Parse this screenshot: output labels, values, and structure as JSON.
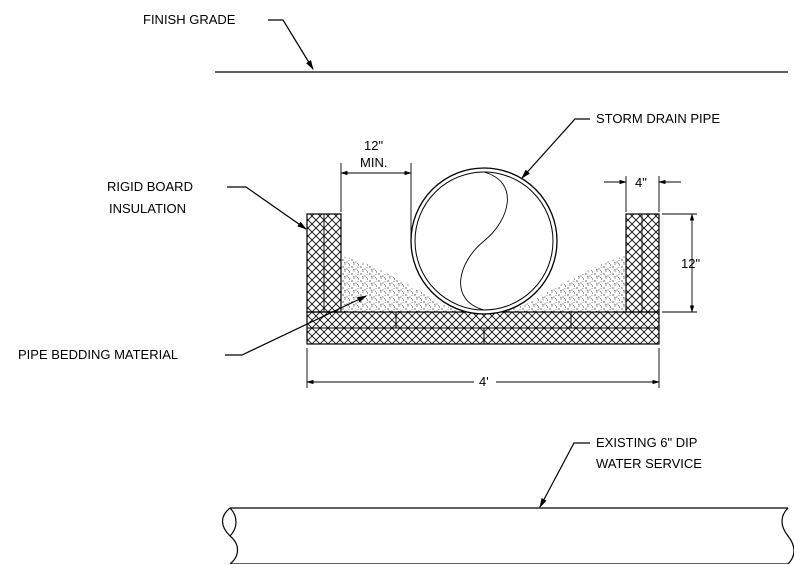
{
  "labels": {
    "finish_grade": "FINISH GRADE",
    "storm_drain_pipe": "STORM DRAIN PIPE",
    "rigid_board_line1": "RIGID BOARD",
    "rigid_board_line2": "INSULATION",
    "pipe_bedding": "PIPE BEDDING MATERIAL",
    "existing_line1": "EXISTING 6\" DIP",
    "existing_line2": "WATER SERVICE"
  },
  "dimensions": {
    "min_clearance_value": "12\"",
    "min_clearance_note": "MIN.",
    "board_thickness": "4\"",
    "side_height": "12\"",
    "total_width": "4'"
  }
}
